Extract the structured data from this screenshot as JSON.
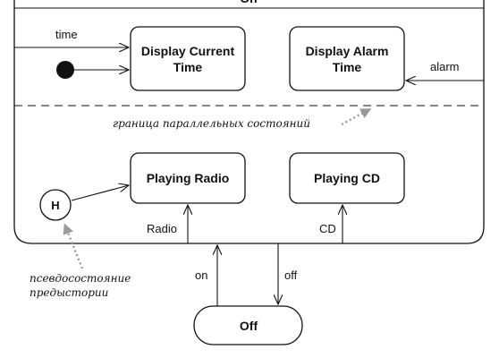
{
  "diagram": {
    "composite_title": "On",
    "states": {
      "display_current_time": [
        "Display Current",
        "Time"
      ],
      "display_alarm_time": [
        "Display Alarm",
        "Time"
      ],
      "playing_radio": "Playing Radio",
      "playing_cd": "Playing CD",
      "off": "Off"
    },
    "history_label": "H",
    "transitions": {
      "time": "time",
      "alarm": "alarm",
      "radio": "Radio",
      "cd": "CD",
      "on": "on",
      "off": "off"
    },
    "annotations": {
      "parallel_boundary": "граница параллельных состояний",
      "pseudostate_line1": "псевдосостояние",
      "pseudostate_line2": "предыстории"
    }
  }
}
